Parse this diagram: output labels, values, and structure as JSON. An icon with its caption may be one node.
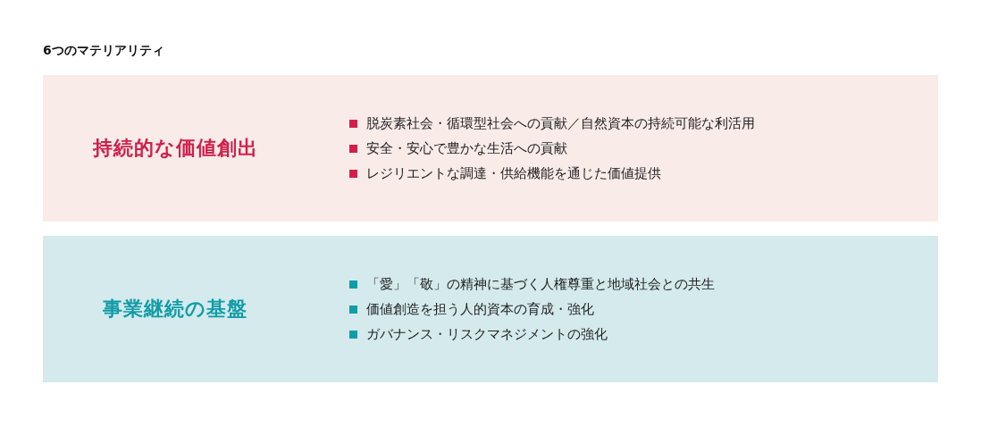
{
  "diagram": {
    "title": "6つのマテリアリティ",
    "nodes": [
      {
        "text": [
          "持続的な価値創出",
          "脱炭素社会・循環型社会への貢献／自然資本の持続可能な利活用",
          "安全・安心で豊かな生活への貢献",
          "レジリエントな調達・供給機能を通じた価値提供"
        ]
      },
      {
        "text": [
          "事業継続の基盤",
          "「愛」「敬」の精神に基づく人権尊重と地域社会との共生",
          "価値創造を担う人的資本の育成・強化",
          "ガバナンス・リスクマネジメントの強化"
        ]
      }
    ]
  }
}
